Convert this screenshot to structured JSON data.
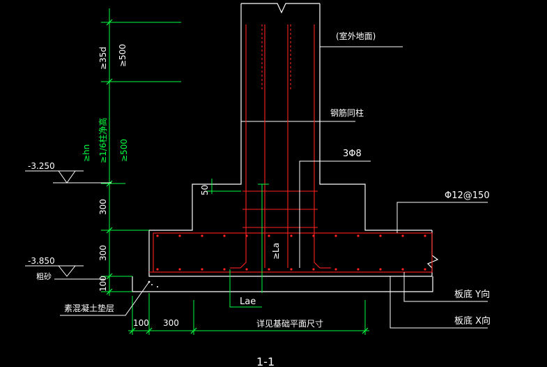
{
  "colors": {
    "background": "#000000",
    "outline": "#ffffff",
    "rebar": "#ff2020",
    "dimension": "#00ff40",
    "text_white": "#ffffff",
    "text_green": "#00ff40"
  },
  "labels": {
    "outdoor_ground": "(室外地面)",
    "column_rebar": "钢筋同柱",
    "stirrup": "3Φ8",
    "slab_rebar": "Φ12@150",
    "slab_bottom_y": "板底 Y向",
    "slab_bottom_x": "板底 X向",
    "cushion": "素混凝土垫层",
    "sand": "粗砂",
    "see_plan": "详见基础平面尺寸",
    "section_title": "1-1"
  },
  "elevations": {
    "top": "-3.250",
    "bottom": "-3.850"
  },
  "dimensions": {
    "d_35d": "≥35d",
    "d_500_top": "≥500",
    "d_hn": "≥hn",
    "d_16": "≥1/6柱净高",
    "d_500_mid": "≥500",
    "d_300_upper": "300",
    "d_300_lower": "300",
    "d_100": "100",
    "d_50": "50",
    "d_la": "≥La",
    "d_lae": "Lae",
    "b_100": "100",
    "b_300": "300"
  }
}
